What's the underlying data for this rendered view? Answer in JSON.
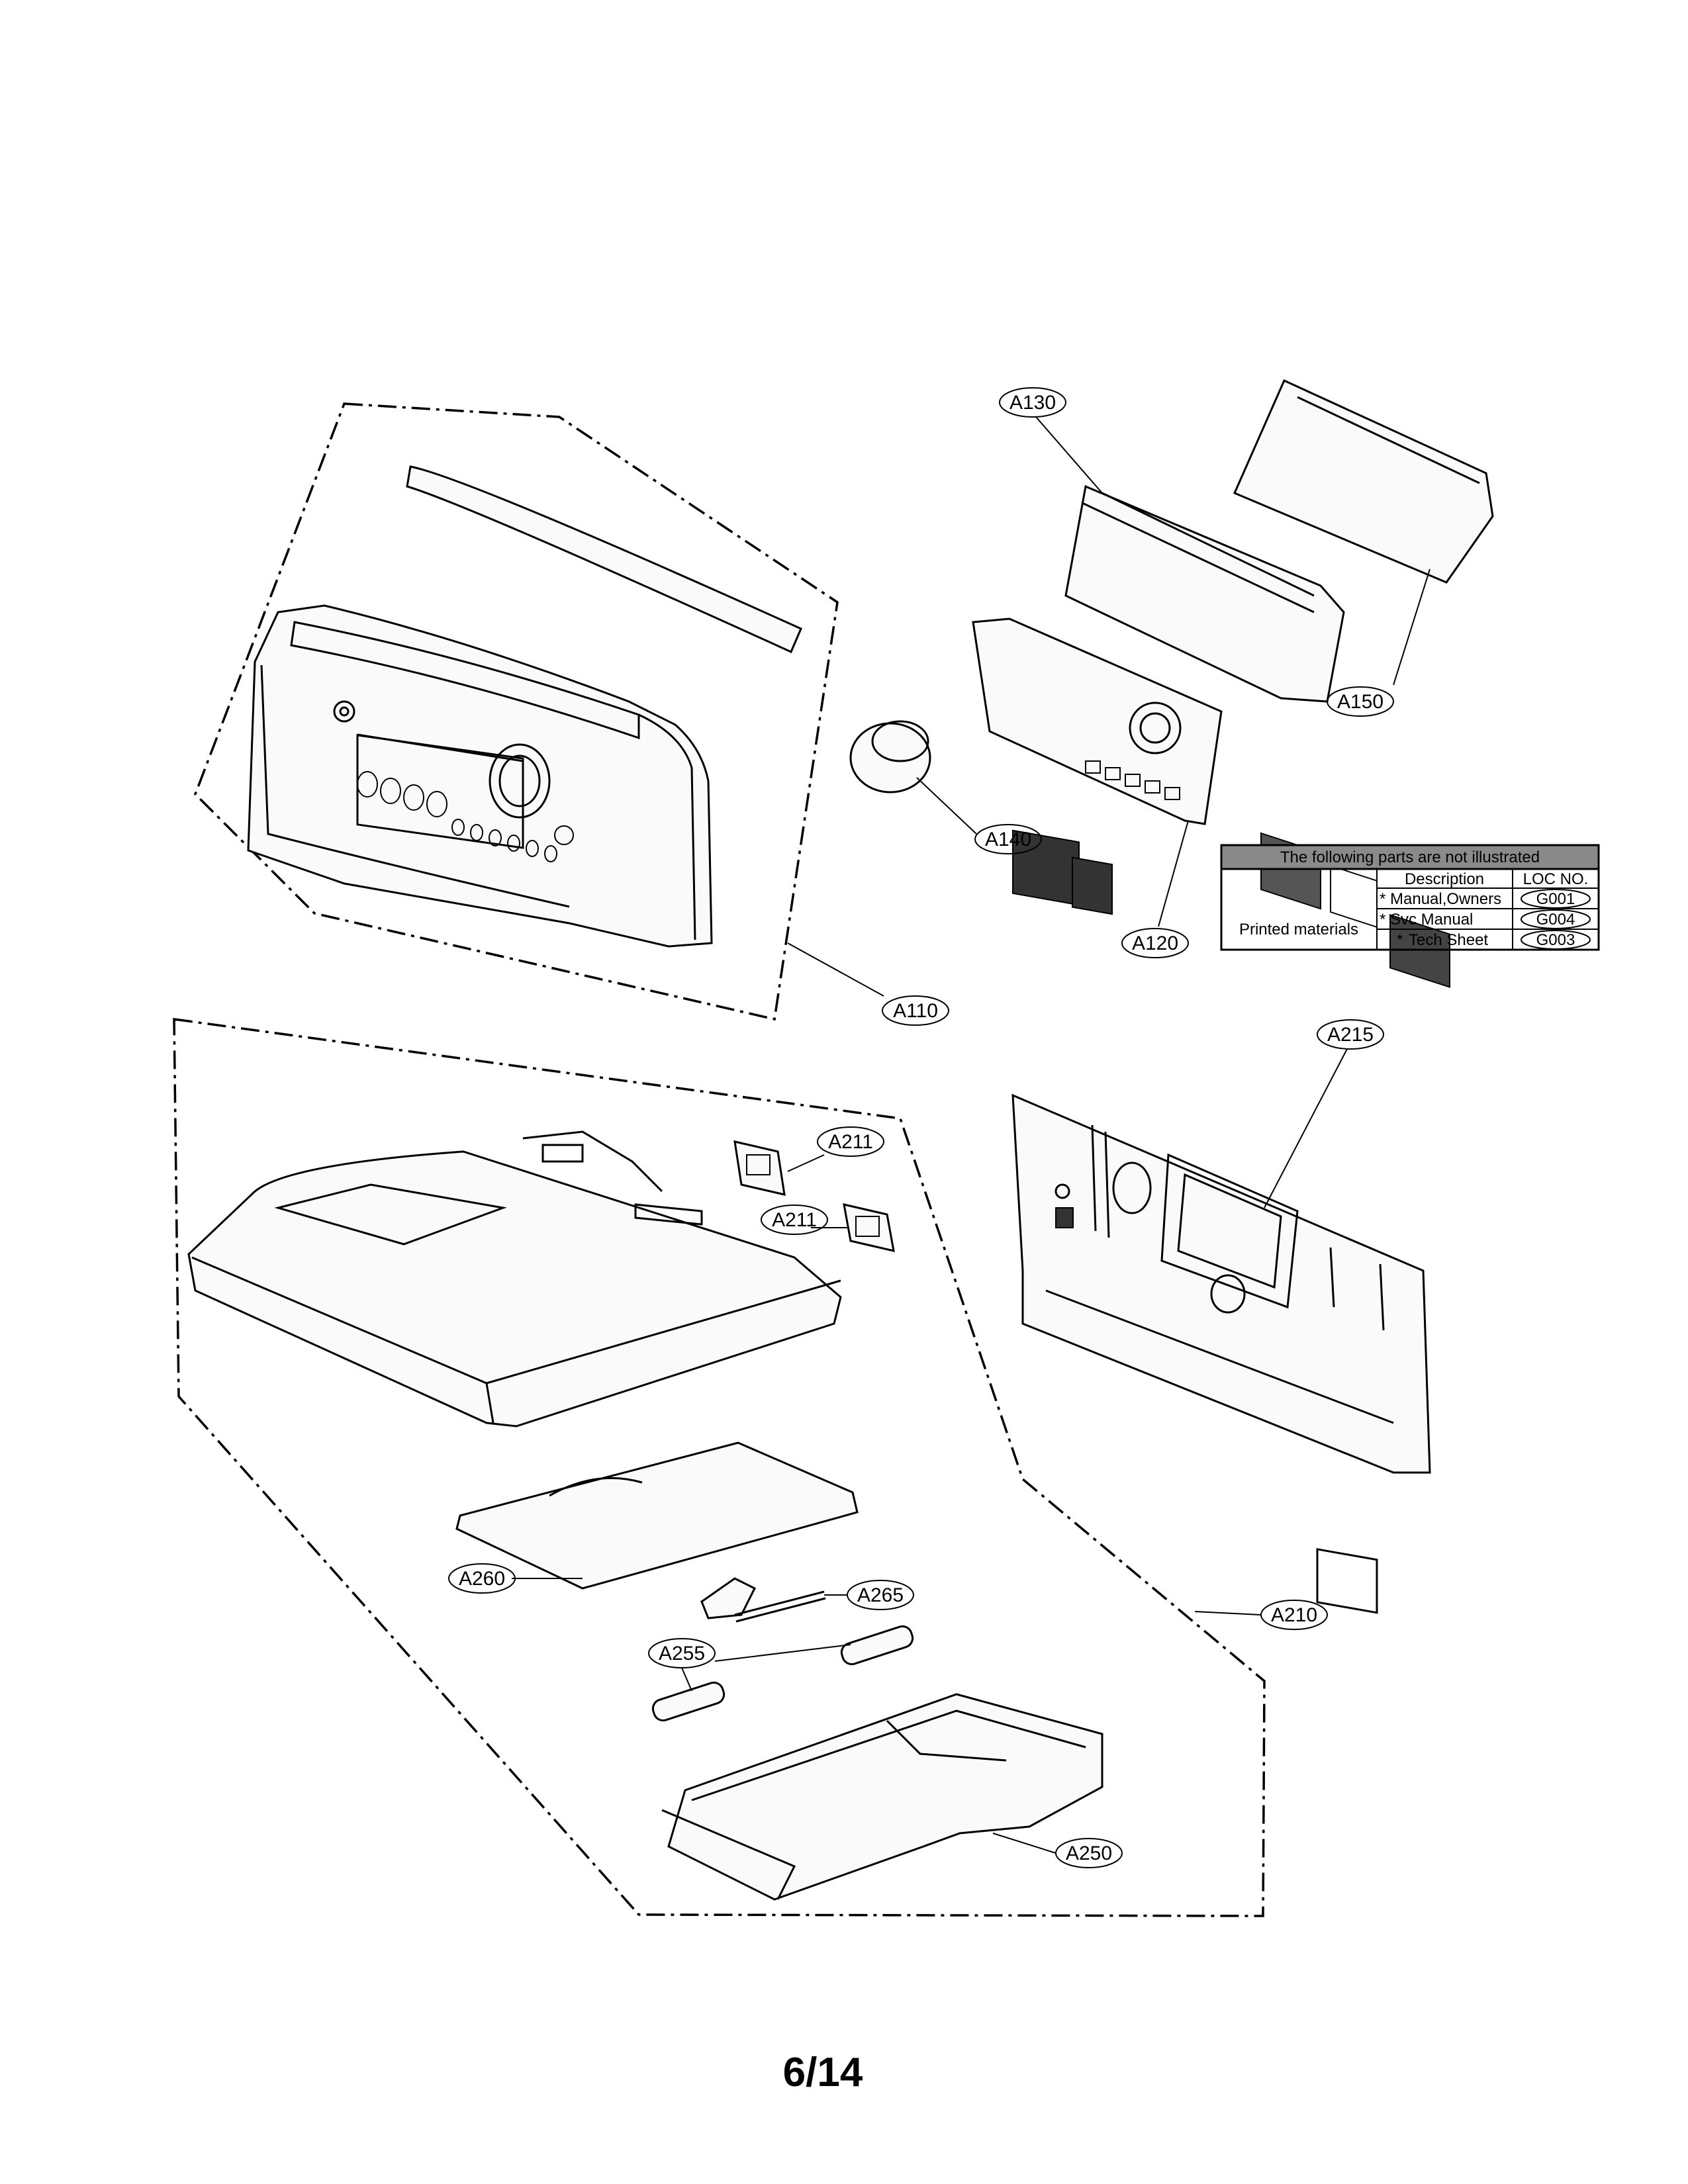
{
  "callouts": {
    "a130": "A130",
    "a150": "A150",
    "a140": "A140",
    "a120": "A120",
    "a110": "A110",
    "a215": "A215",
    "a211_top": "A211",
    "a211_bottom": "A211",
    "a260": "A260",
    "a265": "A265",
    "a255": "A255",
    "a210": "A210",
    "a250": "A250"
  },
  "printed_materials_table": {
    "header_banner": "The following parts are not illustrated",
    "col_description": "Description",
    "col_loc": "LOC NO.",
    "row_label": "Printed materials",
    "rows": [
      {
        "marker": "*",
        "description": "Manual,Owners",
        "loc": "G001"
      },
      {
        "marker": "*",
        "description": "Svc Manual",
        "loc": "G004"
      },
      {
        "marker": "*",
        "description": "Tech Sheet",
        "loc": "G003"
      }
    ]
  },
  "page_number": "6/14"
}
